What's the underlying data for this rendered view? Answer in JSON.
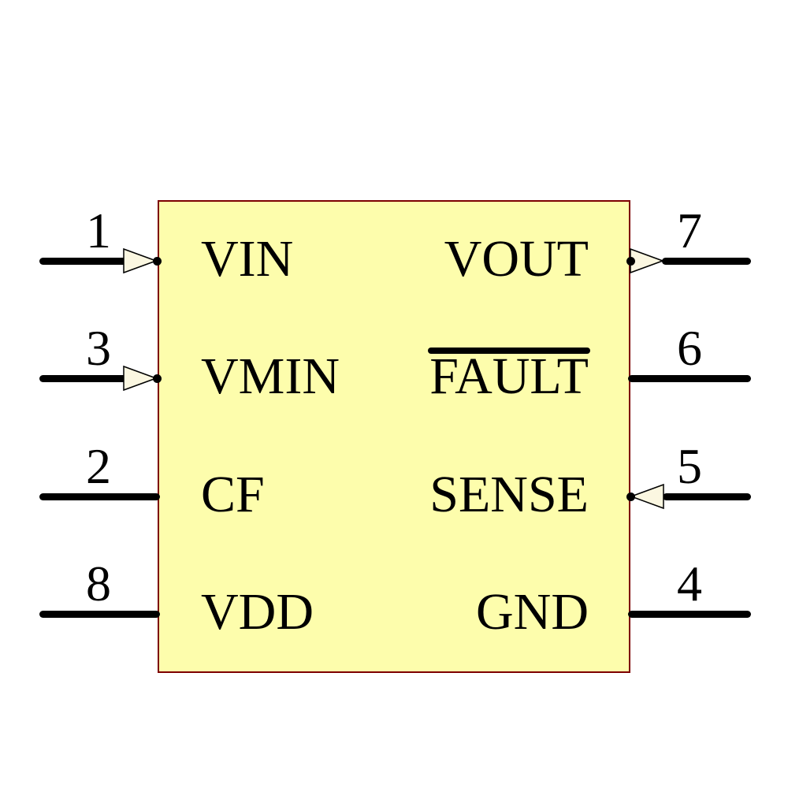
{
  "component": {
    "type": "ic-schematic-symbol",
    "pin_count": 8,
    "colors": {
      "body_fill": "#FDFDAC",
      "body_border": "#7D0000",
      "arrow_fill": "#FBF7E1",
      "wire": "#000000",
      "text": "#000000",
      "canvas": "#FFFFFF"
    },
    "pins": {
      "left": [
        {
          "number": "1",
          "name": "VIN",
          "direction": "input",
          "arrow": true,
          "overline": false
        },
        {
          "number": "3",
          "name": "VMIN",
          "direction": "input",
          "arrow": true,
          "overline": false
        },
        {
          "number": "2",
          "name": "CF",
          "direction": "passive",
          "arrow": false,
          "overline": false
        },
        {
          "number": "8",
          "name": "VDD",
          "direction": "power",
          "arrow": false,
          "overline": false
        }
      ],
      "right": [
        {
          "number": "7",
          "name": "VOUT",
          "direction": "output",
          "arrow": true,
          "overline": false
        },
        {
          "number": "6",
          "name": "FAULT",
          "direction": "passive",
          "arrow": false,
          "overline": true
        },
        {
          "number": "5",
          "name": "SENSE",
          "direction": "input",
          "arrow": true,
          "overline": false
        },
        {
          "number": "4",
          "name": "GND",
          "direction": "power",
          "arrow": false,
          "overline": false
        }
      ]
    }
  }
}
